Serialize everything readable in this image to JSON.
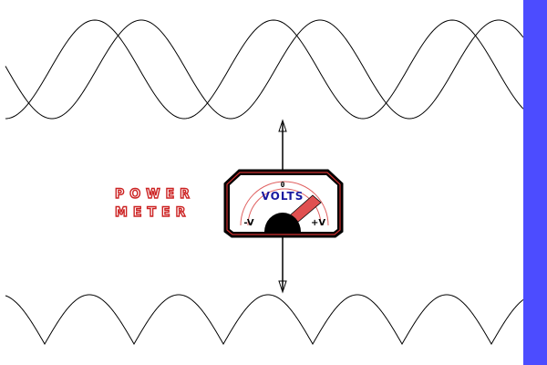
{
  "scene": {
    "label_line1": "POWER",
    "label_line2": "METER",
    "colors": {
      "background": "#ffffff",
      "right_bar": "#4c4cff",
      "label_outline": "#cc2222",
      "meter_text": "#1a1aa0",
      "needle": "#e05050",
      "waves": "#000000"
    }
  },
  "meter": {
    "title": "VOLTS",
    "zero_label": "0",
    "minus_label": "-V",
    "plus_label": "+V",
    "needle_reading": "+V side"
  }
}
